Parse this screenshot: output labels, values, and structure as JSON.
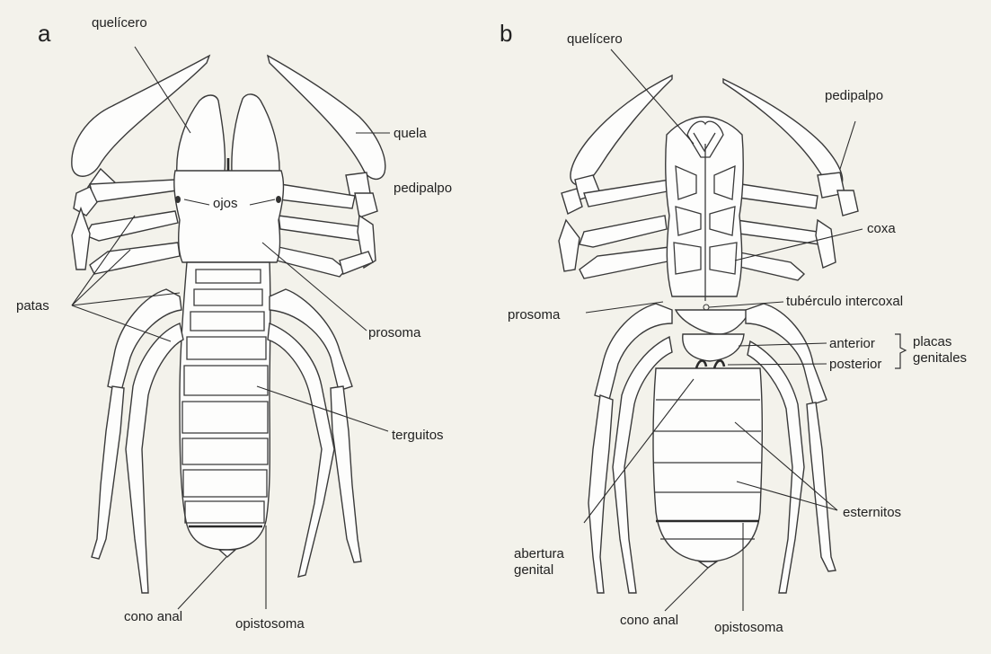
{
  "panels": {
    "a": "a",
    "b": "b"
  },
  "labels_a": {
    "quelicero": "quelícero",
    "quela": "quela",
    "pedipalpo": "pedipalpo",
    "ojos": "ojos",
    "patas": "patas",
    "prosoma": "prosoma",
    "terguitos": "terguitos",
    "cono_anal": "cono anal",
    "opistosoma": "opistosoma"
  },
  "labels_b": {
    "quelicero": "quelícero",
    "pedipalpo": "pedipalpo",
    "coxa": "coxa",
    "prosoma": "prosoma",
    "tuberculo": "tubérculo intercoxal",
    "anterior": "anterior",
    "posterior": "posterior",
    "placas_1": "placas",
    "placas_2": "genitales",
    "esternitos": "esternitos",
    "abertura_1": "abertura",
    "abertura_2": "genital",
    "cono_anal": "cono anal",
    "opistosoma": "opistosoma"
  }
}
